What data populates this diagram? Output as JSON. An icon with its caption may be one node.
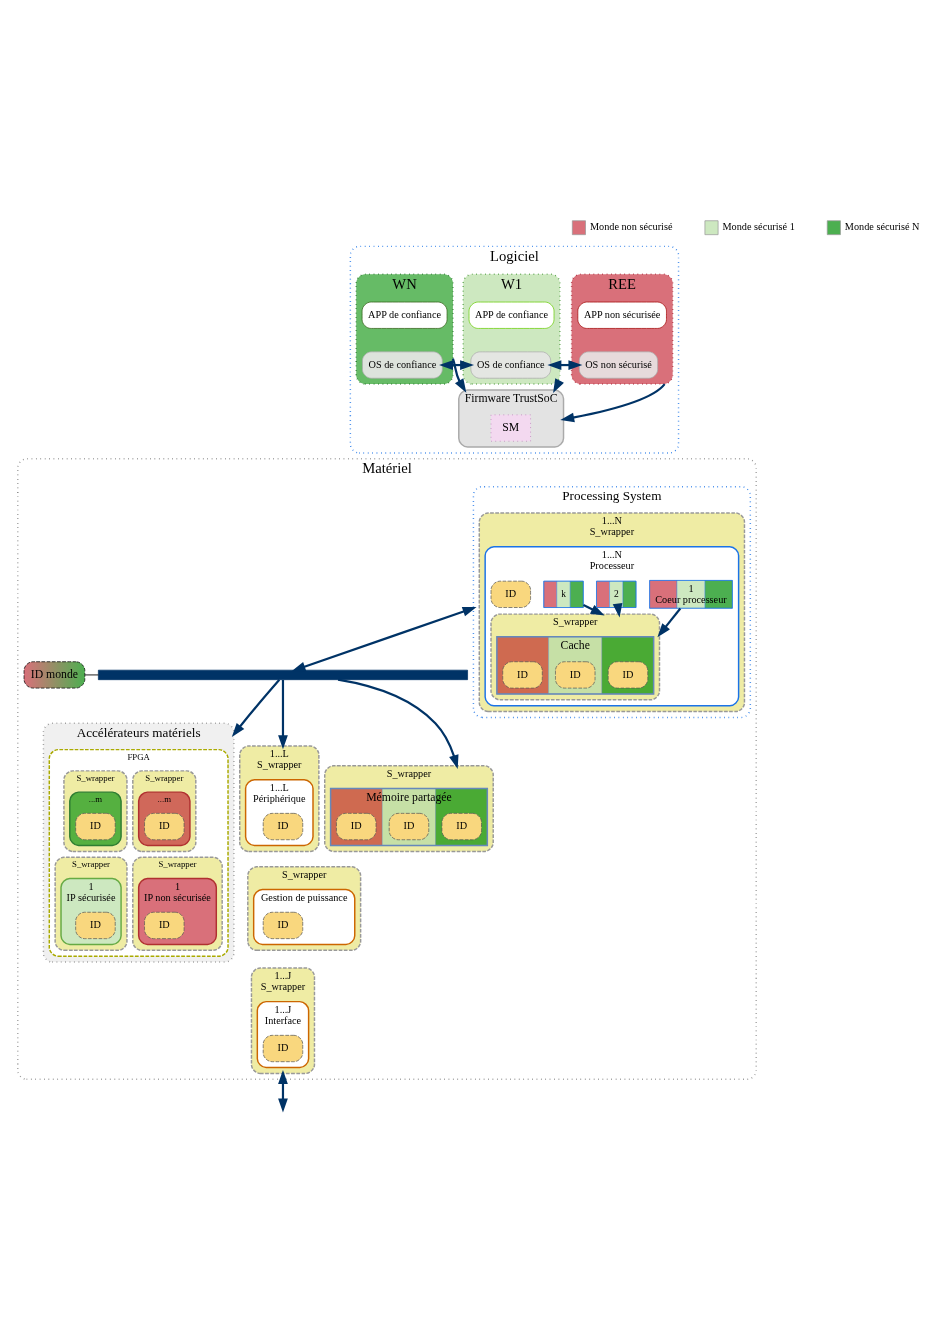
{
  "diagram": {
    "nodes": [
      {
        "text": [
          "Logiciel"
        ]
      },
      {
        "text": [
          "REE"
        ],
        "in": 0
      },
      {
        "text": [
          "APP non sécurisée"
        ],
        "in": 1
      },
      {
        "text": [
          "OS non sécurisé"
        ],
        "in": 1
      },
      {
        "text": [
          "W1"
        ],
        "in": 0
      },
      {
        "text": [
          "APP de confiance"
        ],
        "in": 4
      },
      {
        "text": [
          "OS de confiance"
        ],
        "in": 4
      },
      {
        "text": [
          "WN"
        ],
        "in": 0
      },
      {
        "text": [
          "APP de confiance"
        ],
        "in": 7
      },
      {
        "text": [
          "OS de confiance"
        ],
        "in": 7
      },
      {
        "text": [
          "Firmware TrustSoC"
        ],
        "in": 0
      },
      {
        "text": [
          "SM"
        ],
        "in": 10
      },
      {
        "text": [
          "Matériel"
        ]
      },
      {
        "text": [
          "Processing System"
        ],
        "in": 12
      },
      {
        "text": [
          "1...N",
          "S_wrapper"
        ],
        "in": 13
      },
      {
        "text": [
          "1...N",
          "Processeur"
        ],
        "in": 14
      },
      {
        "text": [
          "ID"
        ],
        "in": 15
      },
      {
        "text": [
          "S_wrapper"
        ],
        "in": 15
      },
      {
        "text": [
          "Cache"
        ],
        "in": 17
      },
      {
        "text": [
          "ID"
        ],
        "in": 18
      },
      {
        "text": [
          "ID"
        ],
        "in": 18
      },
      {
        "text": [
          "ID"
        ],
        "in": 18
      },
      {
        "text": [
          "k"
        ],
        "in": 15
      },
      {
        "text": [
          "2"
        ],
        "in": 15
      },
      {
        "text": [
          "1",
          "Coeur processeur"
        ],
        "in": 15
      },
      {
        "text": [
          "ID monde"
        ],
        "in": 12
      },
      {
        "text": [],
        "shape": "bar",
        "in": 12
      },
      {
        "text": [
          "Accélérateurs matériels"
        ],
        "in": 12
      },
      {
        "text": [
          "FPGA"
        ],
        "in": 27
      },
      {
        "text": [
          "S_wrapper"
        ],
        "in": 28
      },
      {
        "text": [
          "...m"
        ],
        "in": 29
      },
      {
        "text": [
          "ID"
        ],
        "in": 30
      },
      {
        "text": [
          "S_wrapper"
        ],
        "in": 28
      },
      {
        "text": [
          "1",
          "IP non sécurisée"
        ],
        "in": 32
      },
      {
        "text": [
          "ID"
        ],
        "in": 33
      },
      {
        "text": [
          "S_wrapper"
        ],
        "in": 28
      },
      {
        "text": [
          "...m"
        ],
        "in": 35
      },
      {
        "text": [
          "ID"
        ],
        "in": 36
      },
      {
        "text": [
          "S_wrapper"
        ],
        "in": 28
      },
      {
        "text": [
          "1",
          "IP sécurisée"
        ],
        "in": 38
      },
      {
        "text": [
          "ID"
        ],
        "in": 39
      },
      {
        "text": [
          "1...L",
          "S_wrapper"
        ],
        "in": 12
      },
      {
        "text": [
          "1...L",
          "Périphérique"
        ],
        "in": 41
      },
      {
        "text": [
          "ID"
        ],
        "in": 42
      },
      {
        "text": [
          "S_wrapper"
        ],
        "in": 12
      },
      {
        "text": [
          "Gestion de puissance"
        ],
        "in": 44
      },
      {
        "text": [
          "ID"
        ],
        "in": 45
      },
      {
        "text": [
          "1...J",
          "S_wrapper"
        ],
        "in": 12
      },
      {
        "text": [
          "1...J",
          "Interface"
        ],
        "in": 47
      },
      {
        "text": [
          "ID"
        ],
        "in": 48
      },
      {
        "text": [
          "S_wrapper"
        ],
        "in": 12
      },
      {
        "text": [
          "Mémoire partagée"
        ],
        "in": 50
      },
      {
        "text": [
          "ID"
        ],
        "in": 51
      },
      {
        "text": [
          "ID"
        ],
        "in": 51
      },
      {
        "text": [
          "ID"
        ],
        "in": 51
      }
    ],
    "edges": [
      {
        "from": 3,
        "to": 6,
        "arrow": "both"
      },
      {
        "from": 6,
        "to": 9,
        "arrow": "both"
      },
      {
        "from": 1,
        "to": 10,
        "arrow": "to"
      },
      {
        "from": 4,
        "to": 10,
        "arrow": "to"
      },
      {
        "from": 7,
        "to": 10,
        "arrow": "to"
      },
      {
        "from": 22,
        "to": 17,
        "arrow": "to"
      },
      {
        "from": 23,
        "to": 17,
        "arrow": "to"
      },
      {
        "from": 24,
        "to": 17,
        "arrow": "to"
      },
      {
        "from": 13,
        "to": 26,
        "arrow": "both"
      },
      {
        "from": 25,
        "to": 26,
        "arrow": "none",
        "color": "#000000"
      },
      {
        "from": 26,
        "to": 27,
        "arrow": "to"
      },
      {
        "from": 26,
        "to": 41,
        "arrow": "to"
      },
      {
        "from": 26,
        "to": 50,
        "arrow": "to"
      },
      {
        "from": 47,
        "to": null,
        "arrow": "both"
      }
    ],
    "legend": [
      {
        "text": "Monde non sécurisé",
        "color": "#d9707a"
      },
      {
        "text": "Monde sécurisé 1",
        "color": "#cde8c0"
      },
      {
        "text": "Monde sécurisé N",
        "color": "#4caf50"
      }
    ]
  }
}
